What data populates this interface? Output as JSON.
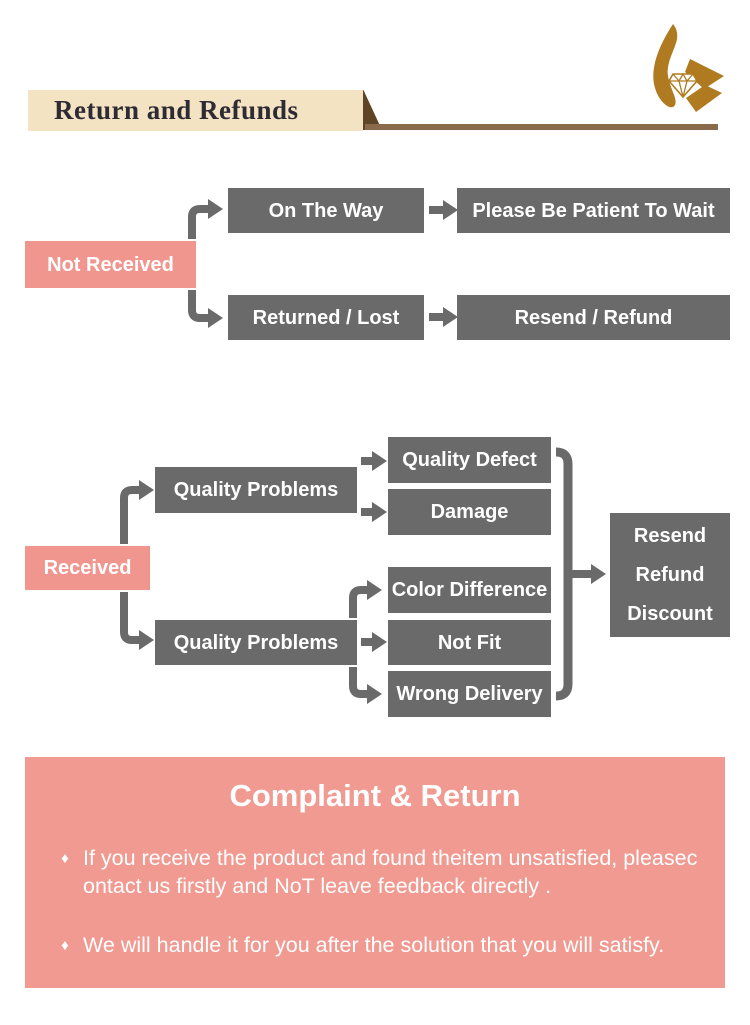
{
  "header": {
    "title": "Return and Refunds",
    "logo": "diamond-flame-logo",
    "colors": {
      "banner_bg": "#f4e3c2",
      "title_text": "#2e2b34",
      "rule": "#8a6a4b",
      "wedge": "#5d4526",
      "logo_gold": "#b07b20"
    }
  },
  "flow_not_received": {
    "root_label": "Not Received",
    "branches": [
      {
        "step": "On The Way",
        "outcome": "Please Be Patient To Wait"
      },
      {
        "step": "Returned / Lost",
        "outcome": "Resend / Refund"
      }
    ]
  },
  "flow_received": {
    "root_label": "Received",
    "upper_branch": {
      "step": "Quality Problems",
      "reasons": [
        "Quality Defect",
        "Damage"
      ]
    },
    "lower_branch": {
      "step": "Quality Problems",
      "reasons": [
        "Color Difference",
        "Not Fit",
        "Wrong Delivery"
      ]
    },
    "outcome": "Resend\nRefund\nDiscount"
  },
  "complaint": {
    "title": "Complaint & Return",
    "bullet_glyph": "♦",
    "bullets": [
      "If you receive the product and found theitem unsatisfied, pleasec\nontact us firstly and NoT leave feedback directly .",
      "We will handle it for you after the solution that you will satisfy."
    ]
  },
  "colors": {
    "box_gray": "#6a6a6a",
    "box_pink": "#f0968e",
    "panel_pink": "#f19a91",
    "arrow_gray": "#6a6a6a",
    "text_white": "#ffffff"
  }
}
